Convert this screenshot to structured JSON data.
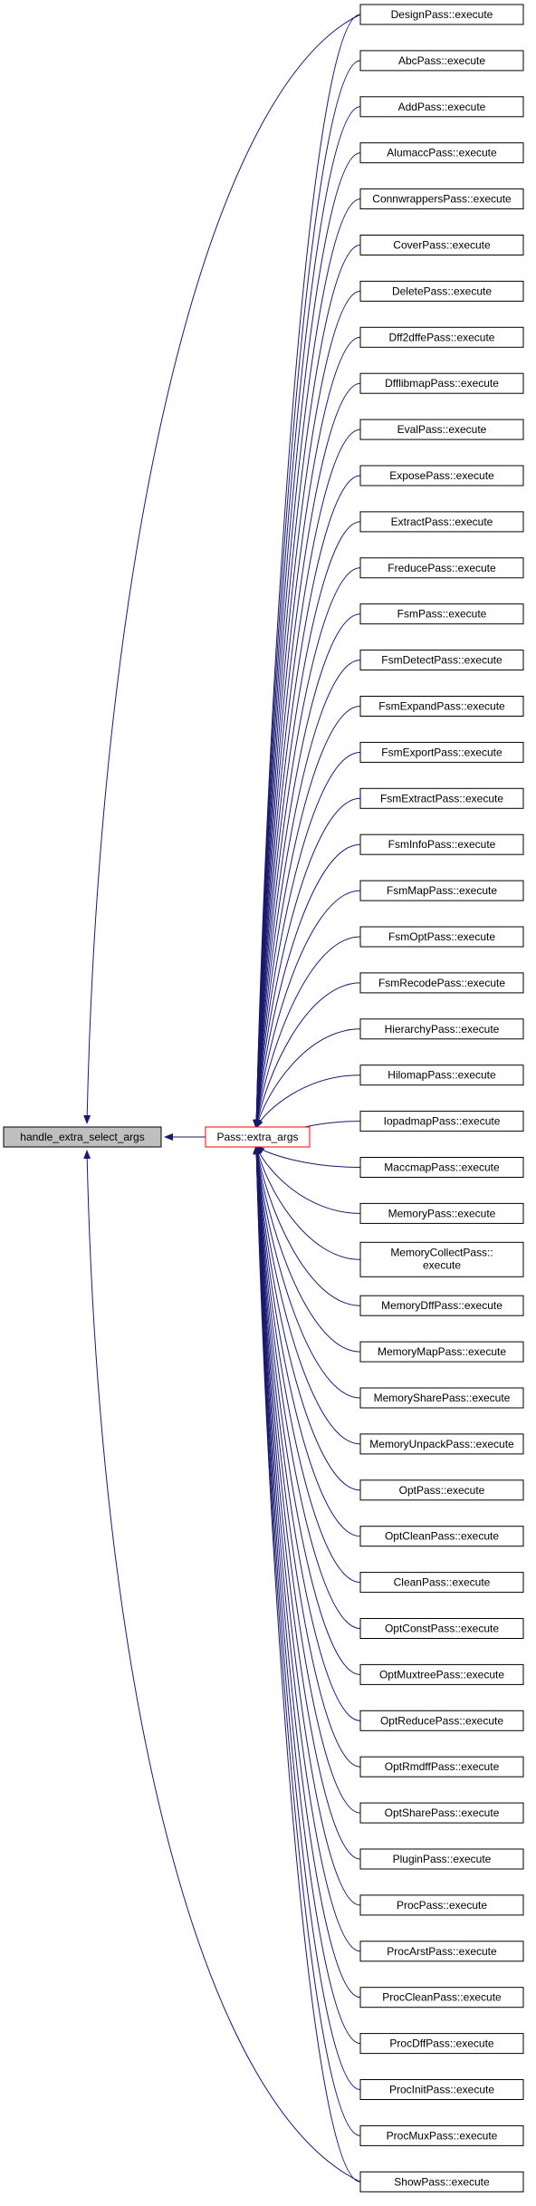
{
  "diagram": {
    "root": {
      "label": "handle_extra_select_args"
    },
    "middle": {
      "label": "Pass::extra_args"
    },
    "callers": [
      "DesignPass::execute",
      "AbcPass::execute",
      "AddPass::execute",
      "AlumaccPass::execute",
      "ConnwrappersPass::execute",
      "CoverPass::execute",
      "DeletePass::execute",
      "Dff2dffePass::execute",
      "DfflibmapPass::execute",
      "EvalPass::execute",
      "ExposePass::execute",
      "ExtractPass::execute",
      "FreducePass::execute",
      "FsmPass::execute",
      "FsmDetectPass::execute",
      "FsmExpandPass::execute",
      "FsmExportPass::execute",
      "FsmExtractPass::execute",
      "FsmInfoPass::execute",
      "FsmMapPass::execute",
      "FsmOptPass::execute",
      "FsmRecodePass::execute",
      "HierarchyPass::execute",
      "HilomapPass::execute",
      "IopadmapPass::execute",
      "MaccmapPass::execute",
      "MemoryPass::execute",
      "MemoryCollectPass::\nexecute",
      "MemoryDffPass::execute",
      "MemoryMapPass::execute",
      "MemorySharePass::execute",
      "MemoryUnpackPass::execute",
      "OptPass::execute",
      "OptCleanPass::execute",
      "CleanPass::execute",
      "OptConstPass::execute",
      "OptMuxtreePass::execute",
      "OptReducePass::execute",
      "OptRmdffPass::execute",
      "OptSharePass::execute",
      "PluginPass::execute",
      "ProcPass::execute",
      "ProcArstPass::execute",
      "ProcCleanPass::execute",
      "ProcDffPass::execute",
      "ProcInitPass::execute",
      "ProcMuxPass::execute",
      "ShowPass::execute"
    ],
    "direct_to_root": [
      "DesignPass::execute",
      "ShowPass::execute"
    ],
    "colors": {
      "edge": "#191970",
      "root_fill": "#bfbfbf",
      "middle_border": "#ff0000",
      "box_border": "#000000"
    }
  }
}
